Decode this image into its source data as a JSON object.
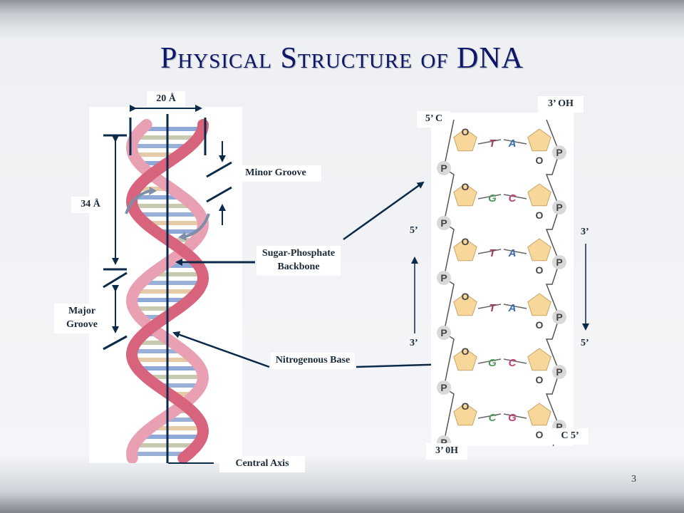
{
  "title": "Physical Structure of DNA",
  "page_number": "3",
  "helix_labels": {
    "width": "20 Å",
    "pitch": "34 Å",
    "minor_groove": "Minor Groove",
    "major_groove": "Major Groove",
    "backbone": "Sugar-Phosphate Backbone",
    "base": "Nitrogenous Base",
    "axis": "Central Axis"
  },
  "ladder_labels": {
    "top_right": "3’ OH",
    "top_left": "5’ C",
    "mid_left_top": "5’",
    "mid_right_top": "3’",
    "mid_left_bottom": "3’",
    "mid_right_bottom": "5’",
    "bottom_right": "C 5’",
    "bottom_left": "3’ 0H"
  },
  "ladder": {
    "phosphate": "P",
    "oxygen": "O",
    "pairs": [
      [
        "T",
        "A"
      ],
      [
        "G",
        "C"
      ],
      [
        "T",
        "A"
      ],
      [
        "T",
        "A"
      ],
      [
        "G",
        "C"
      ],
      [
        "C",
        "G"
      ]
    ]
  },
  "colors": {
    "title": "#10156b",
    "helix_pink": "#d8637d",
    "arrow": "#0b2a4a",
    "sugar": "#f8d79a"
  }
}
